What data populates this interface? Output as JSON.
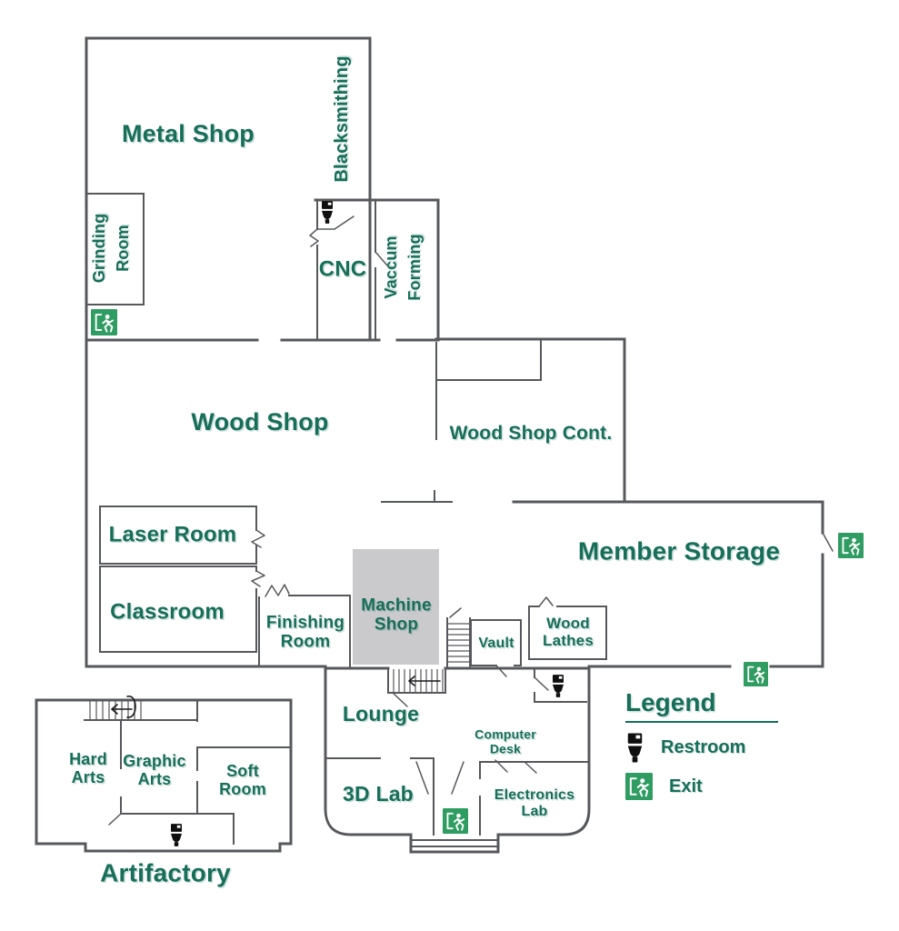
{
  "colors": {
    "room_label": "#176E59",
    "exit_green": "#2F9C62",
    "restroom_black": "#0F0F0F",
    "wall_gray": "#57585C",
    "highlight_gray": "#CACACC"
  },
  "rooms": [
    {
      "id": "metal-shop",
      "label": "Metal Shop"
    },
    {
      "id": "blacksmithing",
      "label": "Blacksmithing"
    },
    {
      "id": "grinding-room",
      "label": "Grinding\nRoom"
    },
    {
      "id": "cnc",
      "label": "CNC"
    },
    {
      "id": "vaccum-forming",
      "label": "Vaccum\nForming"
    },
    {
      "id": "wood-shop",
      "label": "Wood Shop"
    },
    {
      "id": "wood-shop-cont",
      "label": "Wood Shop Cont."
    },
    {
      "id": "member-storage",
      "label": "Member Storage"
    },
    {
      "id": "laser-room",
      "label": "Laser Room"
    },
    {
      "id": "classroom",
      "label": "Classroom"
    },
    {
      "id": "finishing-room",
      "label": "Finishing\nRoom"
    },
    {
      "id": "machine-shop",
      "label": "Machine\nShop",
      "highlighted": true
    },
    {
      "id": "vault",
      "label": "Vault"
    },
    {
      "id": "wood-lathes",
      "label": "Wood\nLathes"
    },
    {
      "id": "lounge",
      "label": "Lounge"
    },
    {
      "id": "computer-desk",
      "label": "Computer\nDesk"
    },
    {
      "id": "electronics-lab",
      "label": "Electronics\nLab"
    },
    {
      "id": "3d-lab",
      "label": "3D Lab"
    },
    {
      "id": "hard-arts",
      "label": "Hard\nArts"
    },
    {
      "id": "graphic-arts",
      "label": "Graphic\nArts"
    },
    {
      "id": "soft-room",
      "label": "Soft\nRoom"
    },
    {
      "id": "artifactory",
      "label": "Artifactory"
    }
  ],
  "legend": {
    "title": "Legend",
    "items": [
      {
        "icon": "restroom-icon",
        "label": "Restroom"
      },
      {
        "icon": "exit-icon",
        "label": "Exit"
      }
    ]
  }
}
